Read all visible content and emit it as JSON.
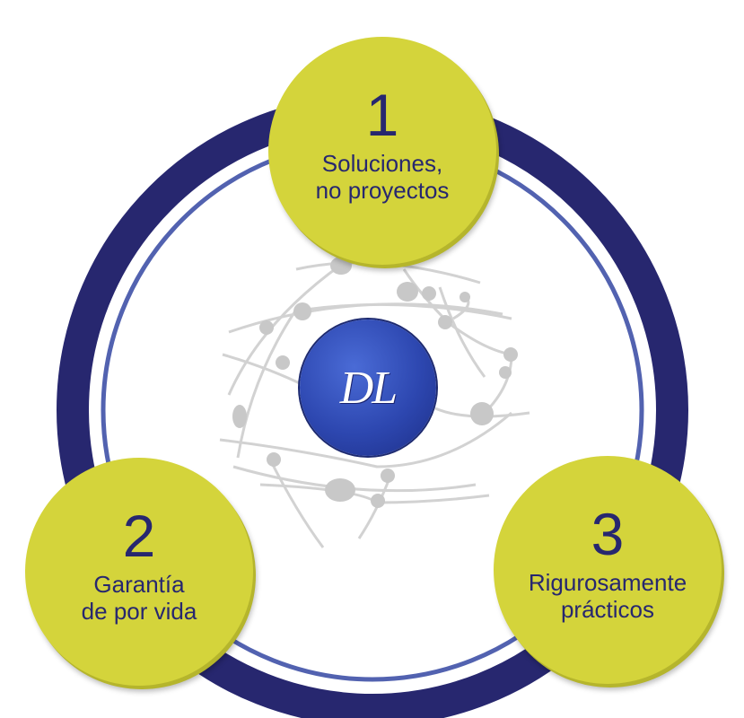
{
  "logo": {
    "text": "DL"
  },
  "items": [
    {
      "number": "1",
      "label_line1": "Soluciones,",
      "label_line2": "no proyectos"
    },
    {
      "number": "2",
      "label_line1": "Garantía",
      "label_line2": "de por vida"
    },
    {
      "number": "3",
      "label_line1": "Rigurosamente",
      "label_line2": "prácticos"
    }
  ],
  "colors": {
    "ring": "#27276f",
    "inner_ring": "#5262b0",
    "badge": "#d4d43b",
    "text": "#27276f"
  }
}
